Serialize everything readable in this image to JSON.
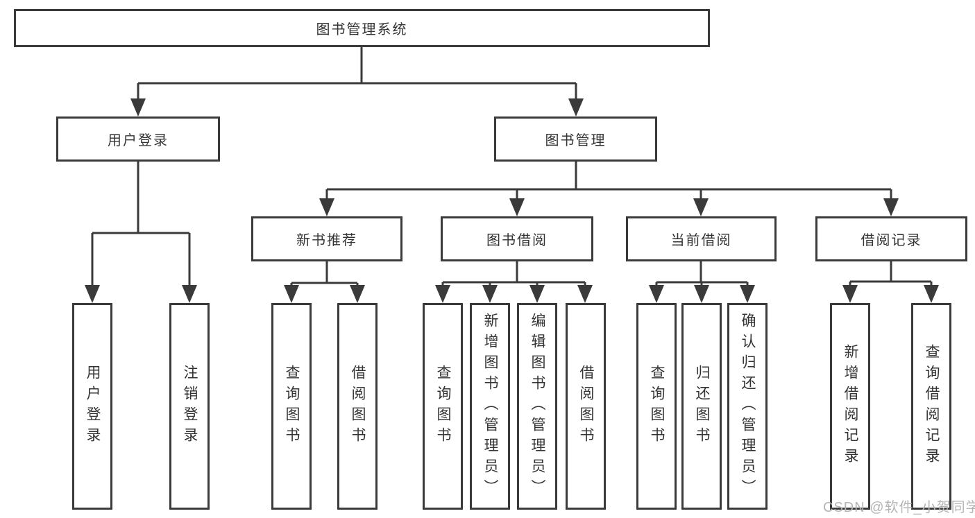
{
  "diagram": {
    "type": "tree-hierarchy",
    "root": {
      "label": "图书管理系统"
    },
    "level2": [
      {
        "label": "用户登录"
      },
      {
        "label": "图书管理"
      }
    ],
    "level3": [
      {
        "label": "新书推荐",
        "parent": "图书管理"
      },
      {
        "label": "图书借阅",
        "parent": "图书管理"
      },
      {
        "label": "当前借阅",
        "parent": "图书管理"
      },
      {
        "label": "借阅记录",
        "parent": "图书管理"
      }
    ],
    "leaves": [
      {
        "label": "用户登录",
        "parent": "用户登录"
      },
      {
        "label": "注销登录",
        "parent": "用户登录"
      },
      {
        "label": "查询图书",
        "parent": "新书推荐"
      },
      {
        "label": "借阅图书",
        "parent": "新书推荐"
      },
      {
        "label": "查询图书",
        "parent": "图书借阅"
      },
      {
        "label": "新增图书（管理员）",
        "parent": "图书借阅"
      },
      {
        "label": "编辑图书（管理员）",
        "parent": "图书借阅"
      },
      {
        "label": "借阅图书",
        "parent": "图书借阅"
      },
      {
        "label": "查询图书",
        "parent": "当前借阅"
      },
      {
        "label": "归还图书",
        "parent": "当前借阅"
      },
      {
        "label": "确认归还（管理员）",
        "parent": "当前借阅"
      },
      {
        "label": "新增借阅记录",
        "parent": "借阅记录"
      },
      {
        "label": "查询借阅记录",
        "parent": "借阅记录"
      }
    ]
  },
  "watermark": {
    "text": "CSDN @软件_小贺同学"
  },
  "colors": {
    "line": "#3a3a3a",
    "text": "#333333",
    "background": "#ffffff",
    "watermark": "#b5b5b5"
  }
}
